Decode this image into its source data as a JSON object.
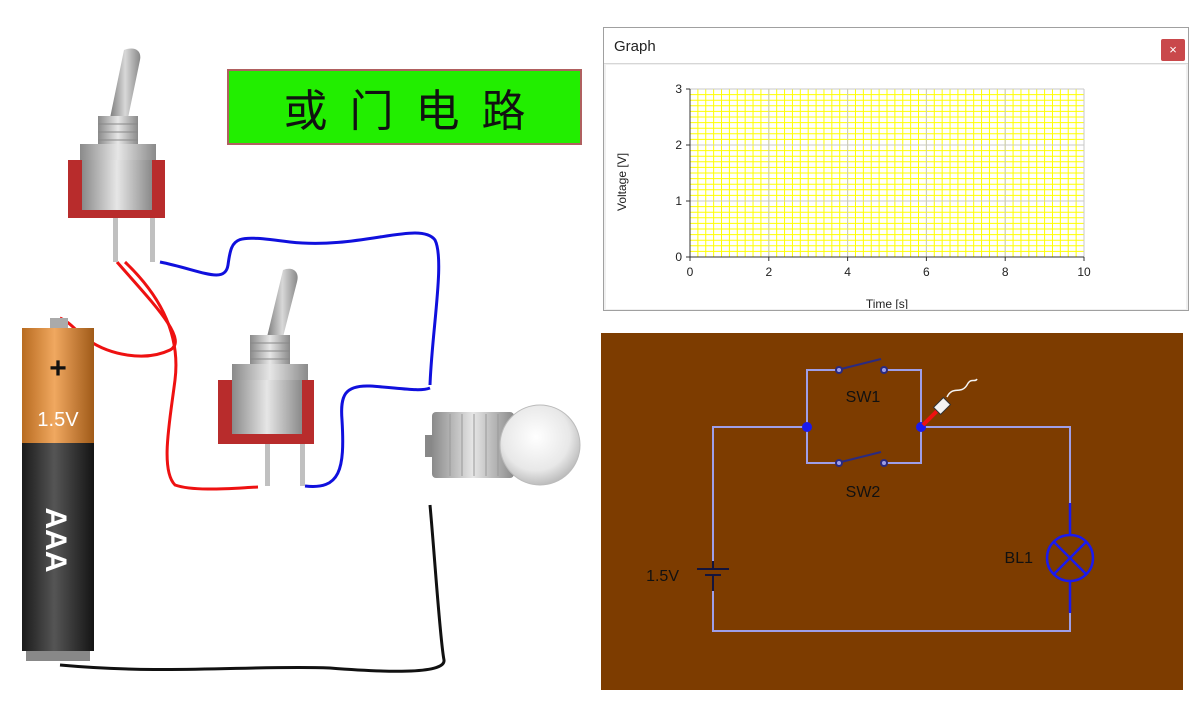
{
  "title_banner": {
    "text": "或门电路"
  },
  "battery": {
    "plus": "+",
    "voltage": "1.5V",
    "type": "AAA"
  },
  "graph": {
    "window_title": "Graph",
    "close_glyph": "×",
    "ylabel": "Voltage [V]",
    "xlabel": "Time [s]",
    "x_ticks": [
      "0",
      "2",
      "4",
      "6",
      "8",
      "10"
    ],
    "y_ticks": [
      "0",
      "1",
      "2",
      "3"
    ],
    "grid_color": "#ffff00"
  },
  "chart_data": {
    "type": "line",
    "title": "",
    "xlabel": "Time [s]",
    "ylabel": "Voltage [V]",
    "xlim": [
      0,
      10
    ],
    "ylim": [
      0,
      3
    ],
    "x_ticks": [
      0,
      2,
      4,
      6,
      8,
      10
    ],
    "y_ticks": [
      0,
      1,
      2,
      3
    ],
    "grid": true,
    "series": []
  },
  "schematic": {
    "background": "#7d3c00",
    "wire_color": "#9e9ee8",
    "sw1_label": "SW1",
    "sw2_label": "SW2",
    "battery_label": "1.5V",
    "lamp_label": "BL1"
  },
  "colors": {
    "wire_red": "#ee1111",
    "wire_blue": "#1010dd",
    "wire_black": "#111111",
    "switch_base": "#b82c2c"
  }
}
